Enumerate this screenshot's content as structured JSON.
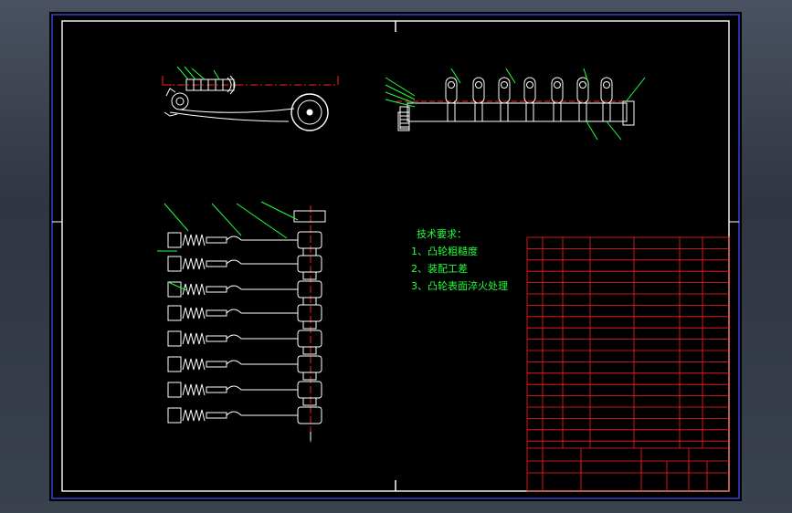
{
  "technical_requirements": {
    "title": "技术要求：",
    "items": [
      "1、凸轮粗糙度",
      "2、装配工差",
      "3、凸轮表面淬火处理"
    ]
  },
  "colors": {
    "background": "#000000",
    "frame": "#4455ff",
    "drawing": "#ffffff",
    "leader": "#22ff3a",
    "title_block": "#ff2020",
    "centerline": "#ff2020"
  }
}
